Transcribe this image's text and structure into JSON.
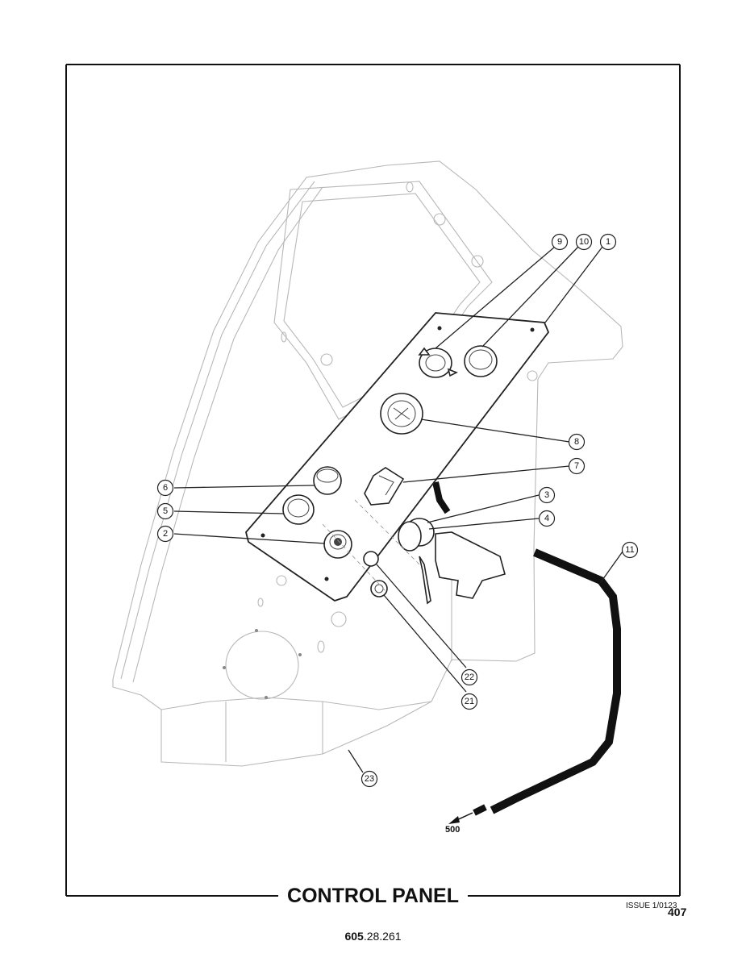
{
  "title": "CONTROL PANEL",
  "issue": "ISSUE 1/0123",
  "page_number": "407",
  "doc_number_bold": "605",
  "doc_number_rest": ".28.261",
  "destination_ref": "500",
  "callouts": {
    "c1": "1",
    "c2": "2",
    "c3": "3",
    "c4": "4",
    "c5": "5",
    "c6": "6",
    "c7": "7",
    "c8": "8",
    "c9": "9",
    "c10": "10",
    "c11": "11",
    "c21": "21",
    "c22": "22",
    "c23": "23"
  }
}
